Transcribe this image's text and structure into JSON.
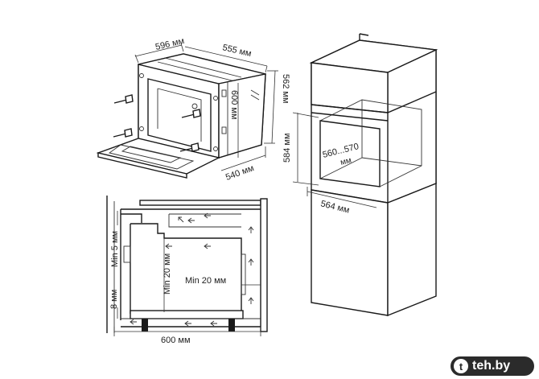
{
  "oven_dims": {
    "width_outer": "596 мм",
    "depth_outer": "555 мм",
    "height_outer": "562 мм",
    "front_height": "600 мм",
    "depth_body": "540 мм"
  },
  "cabinet_dims": {
    "niche_height": "584 мм",
    "niche_width": "560...570",
    "niche_width_unit": "мм",
    "niche_depth": "564 мм"
  },
  "section_dims": {
    "min_top_gap": "Min 5 мм",
    "min_side_gap": "Min 20 мм",
    "min_back_gap": "Min 20 мм",
    "bottom_gap": "8 мм",
    "cabinet_width": "600 мм"
  },
  "logo": {
    "text": "teh.by",
    "icon": "t-logo-icon"
  }
}
